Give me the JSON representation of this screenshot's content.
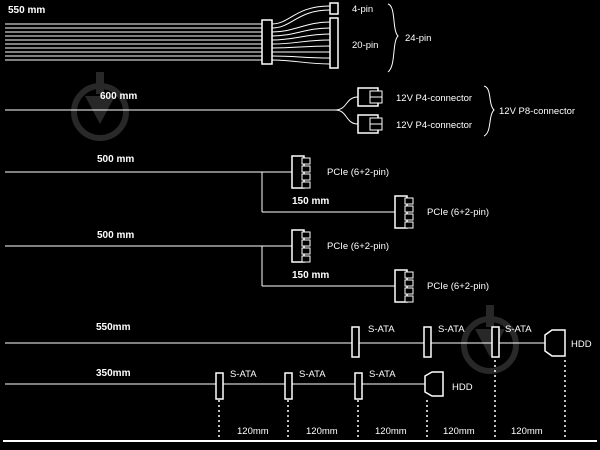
{
  "colors": {
    "background": "#000000",
    "foreground": "#ffffff",
    "watermark": "#3a3a3a"
  },
  "atx": {
    "length": "550 mm",
    "pin4": "4-pin",
    "pin20": "20-pin",
    "pin24": "24-pin"
  },
  "eps": {
    "length": "600 mm",
    "p4_a": "12V P4-connector",
    "p4_b": "12V P4-connector",
    "p8": "12V P8-connector"
  },
  "pcie1": {
    "length": "500 mm",
    "conn_a": "PCIe (6+2-pin)",
    "branch_length": "150 mm",
    "conn_b": "PCIe (6+2-pin)"
  },
  "pcie2": {
    "length": "500 mm",
    "conn_a": "PCIe (6+2-pin)",
    "branch_length": "150 mm",
    "conn_b": "PCIe (6+2-pin)"
  },
  "sata1": {
    "length": "550mm",
    "sata_1": "S-ATA",
    "sata_2": "S-ATA",
    "sata_3": "S-ATA",
    "hdd": "HDD"
  },
  "sata2": {
    "length": "350mm",
    "sata_1": "S-ATA",
    "sata_2": "S-ATA",
    "sata_3": "S-ATA",
    "hdd": "HDD"
  },
  "scale": {
    "seg_1": "120mm",
    "seg_2": "120mm",
    "seg_3": "120mm",
    "seg_4": "120mm",
    "seg_5": "120mm"
  },
  "watermark_icon": "download-arrow-icon"
}
